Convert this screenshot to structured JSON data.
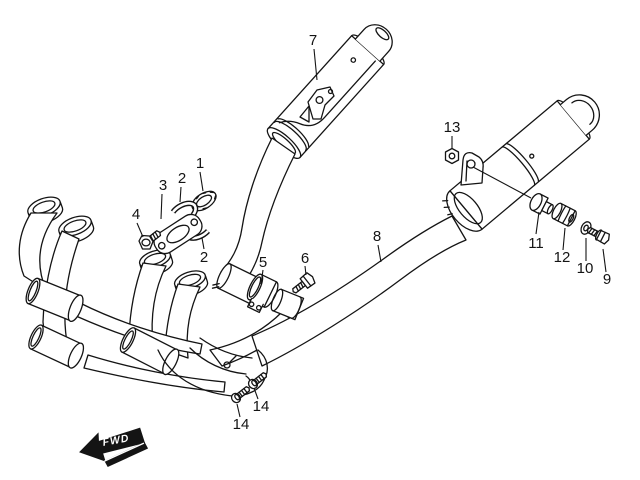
{
  "page": {
    "background": "#ffffff",
    "line_color": "#141414"
  },
  "figure": {
    "type": "exploded-parts-diagram",
    "fwd_label": "FWD"
  },
  "callouts": {
    "c1": "1",
    "c2a": "2",
    "c2b": "2",
    "c3": "3",
    "c4": "4",
    "c5": "5",
    "c6": "6",
    "c7": "7",
    "c8": "8",
    "c9": "9",
    "c10": "10",
    "c11": "11",
    "c12": "12",
    "c13": "13",
    "c14a": "14",
    "c14b": "14"
  }
}
